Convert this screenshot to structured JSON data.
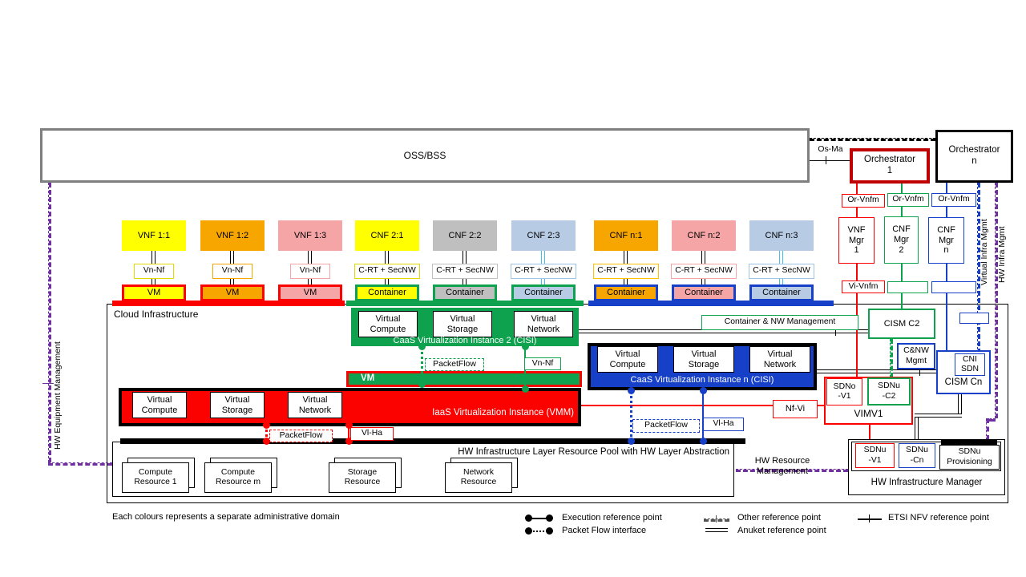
{
  "colors": {
    "yellow": "#FFFF00",
    "orange": "#F7A600",
    "pink": "#F5A5A5",
    "gray": "#BFBFBF",
    "light_blue": "#B7CBE4",
    "cyan": "#3FC1EC",
    "green": "#0EA24F",
    "blue": "#1740C8",
    "red": "#FB0200",
    "dark_red": "#C00000",
    "purple": "#7030A0",
    "oss_border_gray": "#7F7F7F"
  },
  "top": {
    "oss": "OSS/BSS",
    "os_ma": "Os-Ma",
    "orchestrator_1": "Orchestrator\n1",
    "orchestrator_n": "Orchestrator\nn"
  },
  "nf": {
    "columns": [
      {
        "label": "VNF 1:1",
        "ref": "Vn-Nf",
        "unit": "VM"
      },
      {
        "label": "VNF 1:2",
        "ref": "Vn-Nf",
        "unit": "VM"
      },
      {
        "label": "VNF 1:3",
        "ref": "Vn-Nf",
        "unit": "VM"
      },
      {
        "label": "CNF 2:1",
        "ref": "C-RT + SecNW",
        "unit": "Container"
      },
      {
        "label": "CNF 2:2",
        "ref": "C-RT + SecNW",
        "unit": "Container"
      },
      {
        "label": "CNF 2:3",
        "ref": "C-RT + SecNW",
        "unit": "Container"
      },
      {
        "label": "CNF n:1",
        "ref": "C-RT + SecNW",
        "unit": "Container"
      },
      {
        "label": "CNF n:2",
        "ref": "C-RT + SecNW",
        "unit": "Container"
      },
      {
        "label": "CNF n:3",
        "ref": "C-RT + SecNW",
        "unit": "Container"
      }
    ]
  },
  "cloud": {
    "title": "Cloud  Infrastructure",
    "caas2": {
      "compute": "Virtual\nCompute",
      "storage": "Virtual\nStorage",
      "network": "Virtual\nNetwork",
      "banner": "CaaS Virtualization Instance 2 (CISI)",
      "packetflow": "PacketFlow",
      "vn_nf": "Vn-Nf"
    },
    "vm_bar": "VM",
    "iaas": {
      "compute": "Virtual\nCompute",
      "storage": "Virtual\nStorage",
      "network": "Virtual\nNetwork",
      "banner": "IaaS Virtualization Instance (VMM)",
      "packetflow": "PacketFlow",
      "vl_ha": "Vl-Ha"
    },
    "caasn": {
      "compute": "Virtual\nCompute",
      "storage": "Virtual\nStorage",
      "network": "Virtual\nNetwork",
      "banner": "CaaS Virtualization Instance n (CISI)",
      "packetflow": "PacketFlow",
      "vl_ha": "Vl-Ha"
    },
    "hw_pool": {
      "title": "HW Infrastructure Layer Resource Pool with HW Layer Abstraction",
      "resources": [
        "Compute\nResource 1",
        "Compute\nResource m",
        "Storage\nResource",
        "Network\nResource"
      ]
    }
  },
  "right": {
    "or_vnfm": [
      "Or-Vnfm",
      "Or-Vnfm",
      "Or-Vnfm"
    ],
    "managers": [
      "VNF\nMgr\n1",
      "CNF\nMgr\n2",
      "CNF\nMgr\nn"
    ],
    "vi_vnfm": "Vi-Vnfm",
    "container_nw_mgmt": "Container & NW  Management",
    "cism_c2": "CISM C2",
    "cnw_mgmt": "C&NW\nMgmt",
    "cni_sdn": "CNI\nSDN",
    "cism_cn": "CISM Cn",
    "nf_vi": "Nf-Vi",
    "vimv1": {
      "sdno_v1": "SDNo\n-V1",
      "sdnu_c2": "SDNu\n-C2",
      "label": "VIMV1"
    },
    "hw_mgr": {
      "sdnu_v1": "SDNu\n-V1",
      "sdnu_cn": "SDNu\n-Cn",
      "sdnu_prov": "SDNu\nProvisioning",
      "label": "HW Infrastructure Manager"
    },
    "hw_resource_mgmt": "HW Resource\nManagement",
    "virtual_infra_mgmt": "Virtual Infra Mgmt",
    "hw_infra_mgmt": "HW Infra Mgmt"
  },
  "left": {
    "hw_equipment_mgmt": "HW Equipment Management"
  },
  "legend": {
    "admin_note": "Each colours represents a separate administrative domain",
    "execution": "Execution reference point",
    "packet_flow": "Packet Flow interface",
    "other": "Other reference point",
    "anuket": "Anuket reference point",
    "etsi": "ETSI NFV reference point"
  }
}
